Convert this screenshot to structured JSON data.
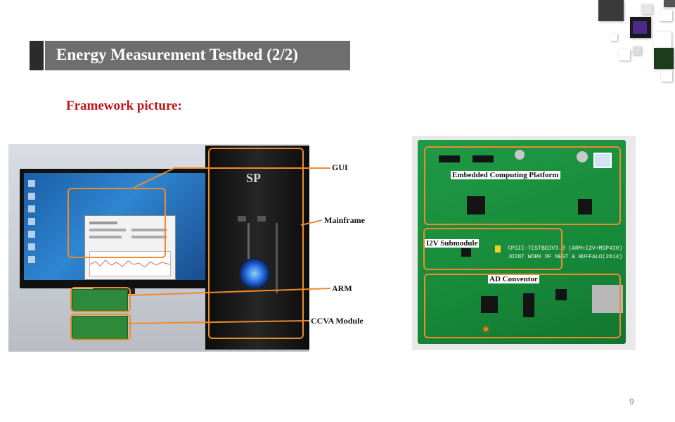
{
  "slide": {
    "title": "Energy Measurement Testbed (2/2)",
    "subtitle": "Framework picture:",
    "page_number": "9"
  },
  "photo1": {
    "labels": {
      "gui": "GUI",
      "mainframe": "Mainframe",
      "arm": "ARM",
      "ccva": "CCVA Module"
    },
    "tower_logo": "SP"
  },
  "photo2": {
    "labels": {
      "embedded": "Embedded Computing Platform",
      "i2v": "I2V Submodule",
      "ad": "AD Conventor"
    },
    "silk_line1": "CPSII-TESTBEDV3.0 (ARM+I2V+MSP430)",
    "silk_line2": "JOINT WORK OF NEST & BUFFALO(2014)"
  },
  "colors": {
    "title_bar": "#6e6e6e",
    "title_accent": "#2b2b2b",
    "subtitle": "#c0141b",
    "annotation": "#f08a2b"
  }
}
